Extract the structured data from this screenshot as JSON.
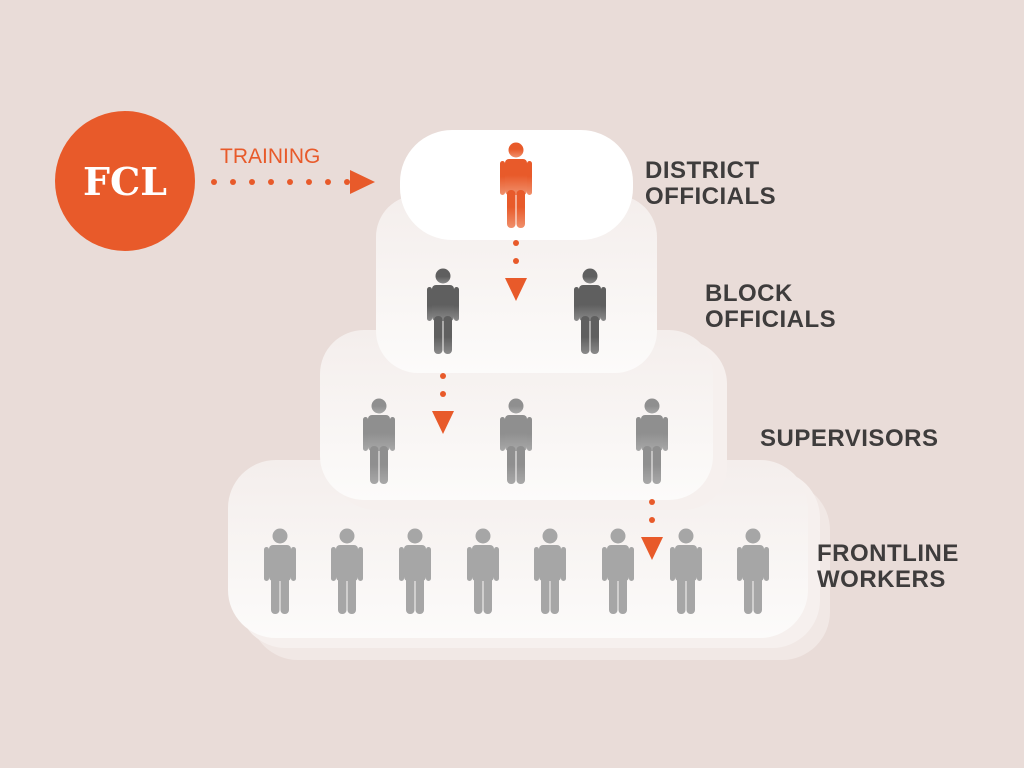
{
  "source": {
    "label": "FCL",
    "arrow_label": "TRAINING"
  },
  "colors": {
    "accent": "#e85a2a",
    "background": "#e9dcd8",
    "text": "#3e3c3c",
    "block_person": "#5f5f5f",
    "supervisor_person": "#8f8f8f",
    "frontline_person": "#a6a6a6"
  },
  "levels": [
    {
      "id": "district",
      "lines": [
        "DISTRICT",
        "OFFICIALS"
      ],
      "people": 1
    },
    {
      "id": "block",
      "lines": [
        "BLOCK",
        "OFFICIALS"
      ],
      "people": 2
    },
    {
      "id": "supervisors",
      "lines": [
        "SUPERVISORS"
      ],
      "people": 3
    },
    {
      "id": "frontline",
      "lines": [
        "FRONTLINE",
        "WORKERS"
      ],
      "people": 8
    }
  ]
}
